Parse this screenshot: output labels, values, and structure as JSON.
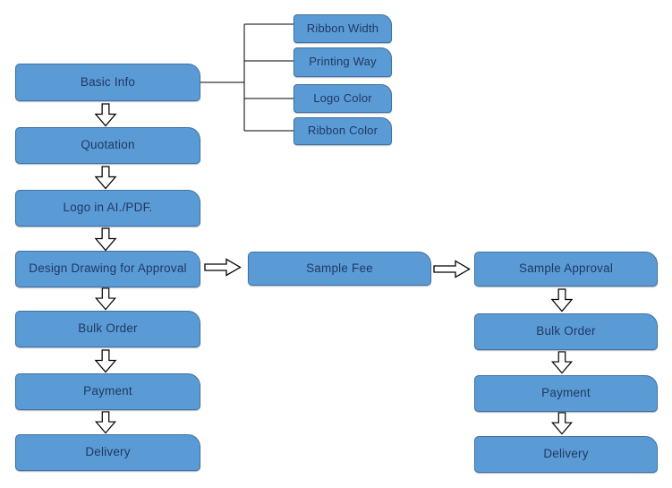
{
  "diagram_type": "flowchart",
  "colors": {
    "box_fill": "#5b9bd5",
    "box_border": "#41719c",
    "box_text": "#1f3864",
    "connector": "#000000",
    "arrow_fill": "#ffffff",
    "arrow_outline": "#000000",
    "background": "#ffffff"
  },
  "nodes": {
    "basic_info": {
      "label": "Basic Info"
    },
    "quotation": {
      "label": "Quotation"
    },
    "logo_ai_pdf": {
      "label": "Logo in AI./PDF."
    },
    "design_drawing": {
      "label": "Design Drawing for Approval"
    },
    "bulk_order_left": {
      "label": "Bulk Order"
    },
    "payment_left": {
      "label": "Payment"
    },
    "delivery_left": {
      "label": "Delivery"
    },
    "ribbon_width": {
      "label": "Ribbon Width"
    },
    "printing_way": {
      "label": "Printing Way"
    },
    "logo_color": {
      "label": "Logo Color"
    },
    "ribbon_color": {
      "label": "Ribbon Color"
    },
    "sample_fee": {
      "label": "Sample Fee"
    },
    "sample_approval": {
      "label": "Sample Approval"
    },
    "bulk_order_right": {
      "label": "Bulk Order"
    },
    "payment_right": {
      "label": "Payment"
    },
    "delivery_right": {
      "label": "Delivery"
    }
  },
  "groups": {
    "basic_info_attributes": [
      "Ribbon Width",
      "Printing Way",
      "Logo Color",
      "Ribbon Color"
    ]
  },
  "edges": [
    {
      "from": "Basic Info",
      "to": "Quotation",
      "style": "block-arrow-down"
    },
    {
      "from": "Quotation",
      "to": "Logo in AI./PDF.",
      "style": "block-arrow-down"
    },
    {
      "from": "Logo in AI./PDF.",
      "to": "Design Drawing for Approval",
      "style": "block-arrow-down"
    },
    {
      "from": "Design Drawing for Approval",
      "to": "Bulk Order",
      "style": "block-arrow-down"
    },
    {
      "from": "Bulk Order",
      "to": "Payment",
      "style": "block-arrow-down"
    },
    {
      "from": "Payment",
      "to": "Delivery",
      "style": "block-arrow-down"
    },
    {
      "from": "Basic Info",
      "to": "Ribbon Width",
      "style": "bracket-line"
    },
    {
      "from": "Basic Info",
      "to": "Printing Way",
      "style": "bracket-line"
    },
    {
      "from": "Basic Info",
      "to": "Logo Color",
      "style": "bracket-line"
    },
    {
      "from": "Basic Info",
      "to": "Ribbon Color",
      "style": "bracket-line"
    },
    {
      "from": "Design Drawing for Approval",
      "to": "Sample Fee",
      "style": "block-arrow-right"
    },
    {
      "from": "Sample Fee",
      "to": "Sample Approval",
      "style": "block-arrow-right"
    },
    {
      "from": "Sample Approval",
      "to": "Bulk Order",
      "style": "block-arrow-down"
    },
    {
      "from": "Bulk Order",
      "to": "Payment",
      "style": "block-arrow-down"
    },
    {
      "from": "Payment",
      "to": "Delivery",
      "style": "block-arrow-down"
    }
  ]
}
